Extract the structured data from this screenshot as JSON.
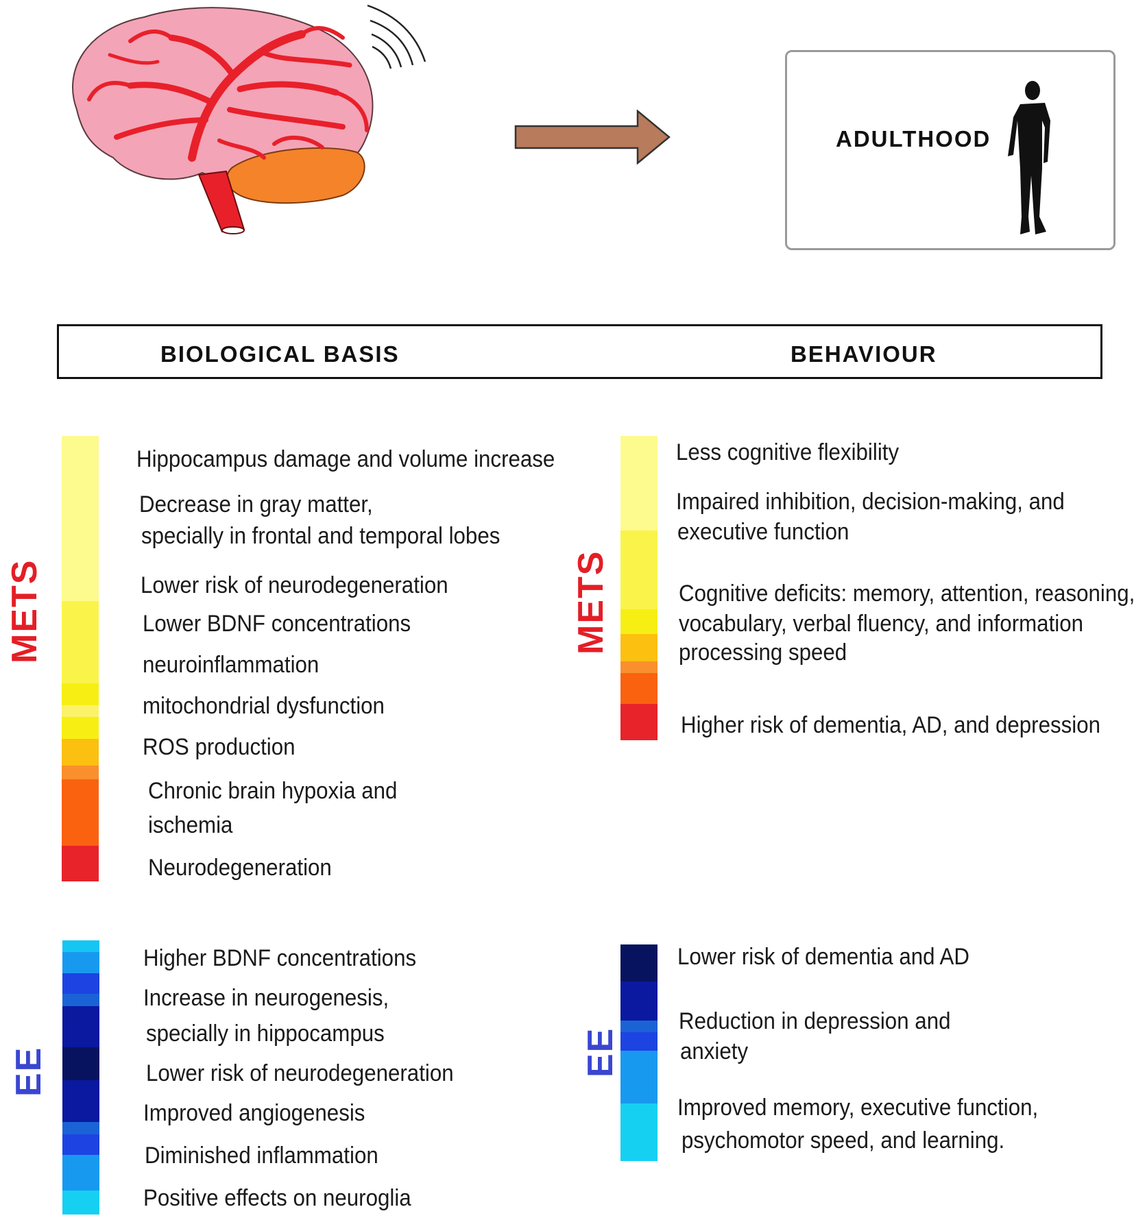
{
  "adulthood_box": {
    "label": "ADULTHOOD"
  },
  "header": {
    "left": "BIOLOGICAL BASIS",
    "right": "BEHAVIOUR"
  },
  "colors": {
    "mets_label": "#e41e26",
    "ee_label": "#3a46d0",
    "arrow": "#b87b5b",
    "brain_fill": "#f4a4b7",
    "brain_vessels": "#e8202a",
    "cerebellum": "#f5832a"
  },
  "biological": {
    "mets": {
      "label": "METS",
      "items": [
        "Hippocampus damage and volume increase",
        "Decrease in gray matter,",
        "specially in frontal and temporal  lobes",
        "Lower risk of neurodegeneration",
        "Lower BDNF concentrations",
        "neuroinflammation",
        "mitochondrial dysfunction",
        "ROS production",
        "Chronic brain hypoxia and",
        "ischemia",
        "Neurodegeneration"
      ]
    },
    "ee": {
      "label": "EE",
      "items": [
        "Higher BDNF concentrations",
        "Increase in neurogenesis,",
        "specially in hippocampus",
        "Lower risk of neurodegeneration",
        "Improved angiogenesis",
        "Diminished inflammation",
        "Positive effects on neuroglia"
      ]
    }
  },
  "behaviour": {
    "mets": {
      "label": "METS",
      "items": [
        "Less cognitive flexibility",
        "Impaired inhibition, decision-making, and",
        "executive function",
        "Cognitive deficits: memory, attention, reasoning,",
        "vocabulary, verbal fluency, and information",
        "processing speed",
        "Higher risk of dementia, AD, and depression"
      ]
    },
    "ee": {
      "label": "EE",
      "items": [
        "Lower risk of dementia and AD",
        "Reduction in depression and",
        "anxiety",
        "Improved memory, executive function,",
        "psychomotor speed, and learning."
      ]
    }
  },
  "color_bars": {
    "bio_mets": [
      {
        "color": "#fdfb8e",
        "share": 0.37
      },
      {
        "color": "#faf44a",
        "share": 0.185
      },
      {
        "color": "#f7ef14",
        "share": 0.05
      },
      {
        "color": "#fbf26a",
        "share": 0.025
      },
      {
        "color": "#f7ef14",
        "share": 0.05
      },
      {
        "color": "#fcc010",
        "share": 0.06
      },
      {
        "color": "#f9902d",
        "share": 0.03
      },
      {
        "color": "#fa6210",
        "share": 0.15
      },
      {
        "color": "#e8232a",
        "share": 0.08
      }
    ],
    "bio_ee": [
      {
        "color": "#16c6f2",
        "share": 0.04
      },
      {
        "color": "#1899f0",
        "share": 0.07
      },
      {
        "color": "#1d43e3",
        "share": 0.07
      },
      {
        "color": "#1a63d6",
        "share": 0.04
      },
      {
        "color": "#0a199f",
        "share": 0.14
      },
      {
        "color": "#08135f",
        "share": 0.11
      },
      {
        "color": "#0a199f",
        "share": 0.14
      },
      {
        "color": "#1a63d6",
        "share": 0.04
      },
      {
        "color": "#1d43e3",
        "share": 0.07
      },
      {
        "color": "#1899f0",
        "share": 0.12
      },
      {
        "color": "#16d0f2",
        "share": 0.08
      }
    ],
    "beh_mets": [
      {
        "color": "#fdfb8e",
        "share": 0.31
      },
      {
        "color": "#faf44a",
        "share": 0.26
      },
      {
        "color": "#f7ef14",
        "share": 0.08
      },
      {
        "color": "#fcc010",
        "share": 0.09
      },
      {
        "color": "#f9902d",
        "share": 0.04
      },
      {
        "color": "#fa6210",
        "share": 0.1
      },
      {
        "color": "#e8232a",
        "share": 0.12
      }
    ],
    "beh_ee": [
      {
        "color": "#08135f",
        "share": 0.16
      },
      {
        "color": "#0a199f",
        "share": 0.17
      },
      {
        "color": "#1a63d6",
        "share": 0.05
      },
      {
        "color": "#1d43e3",
        "share": 0.08
      },
      {
        "color": "#1899f0",
        "share": 0.23
      },
      {
        "color": "#16d0f2",
        "share": 0.25
      }
    ]
  }
}
